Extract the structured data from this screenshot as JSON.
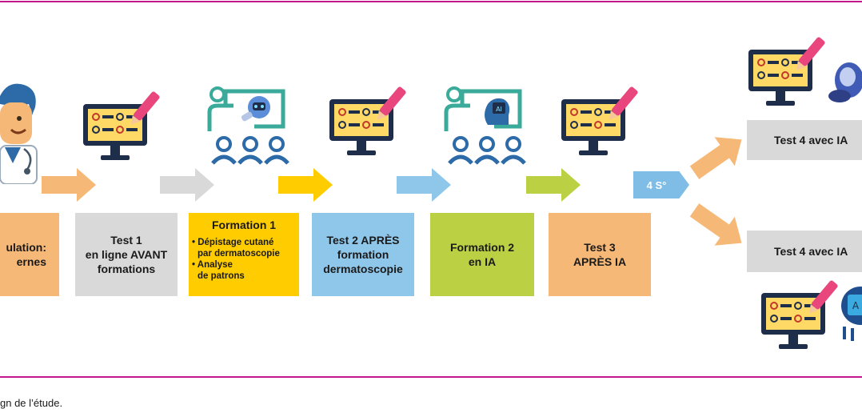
{
  "boxes": {
    "population": {
      "line1": "ulation:",
      "line2": "ernes",
      "color": "#f6b877"
    },
    "test1": {
      "line1": "Test 1",
      "line2": "en ligne AVANT",
      "line3": "formations",
      "color": "#d9d9d9"
    },
    "formation1": {
      "title": "Formation 1",
      "item1a": "• Dépistage cutané",
      "item1b": "  par dermatoscopie",
      "item2a": "• Analyse",
      "item2b": "  de patrons",
      "color": "#ffcc00"
    },
    "test2": {
      "line1": "Test 2 APRÈS",
      "line2": "formation",
      "line3": "dermatoscopie",
      "color": "#8fc7ea"
    },
    "formation2": {
      "line1": "Formation 2",
      "line2": "en IA",
      "color": "#bcd043"
    },
    "test3": {
      "line1": "Test 3",
      "line2": "APRÈS IA",
      "color": "#f6b877"
    },
    "test4a": {
      "label": "Test 4 avec IA",
      "color": "#d9d9d9"
    },
    "test4b": {
      "label": "Test 4 avec IA",
      "color": "#d9d9d9"
    }
  },
  "badge": {
    "label": "4 S°",
    "color": "#7fbde6"
  },
  "arrow_colors": [
    "#f6b877",
    "#d9d9d9",
    "#ffcc00",
    "#8fc7ea",
    "#bcd043",
    "#f6b877"
  ],
  "icons": {
    "doctor": "doctor-icon",
    "monitor": "test-monitor-icon",
    "training": "training-group-icon",
    "ai_training": "ai-training-icon",
    "robot": "robot-icon",
    "ai_chip": "ai-chip-icon"
  },
  "caption": "gn de l’étude."
}
